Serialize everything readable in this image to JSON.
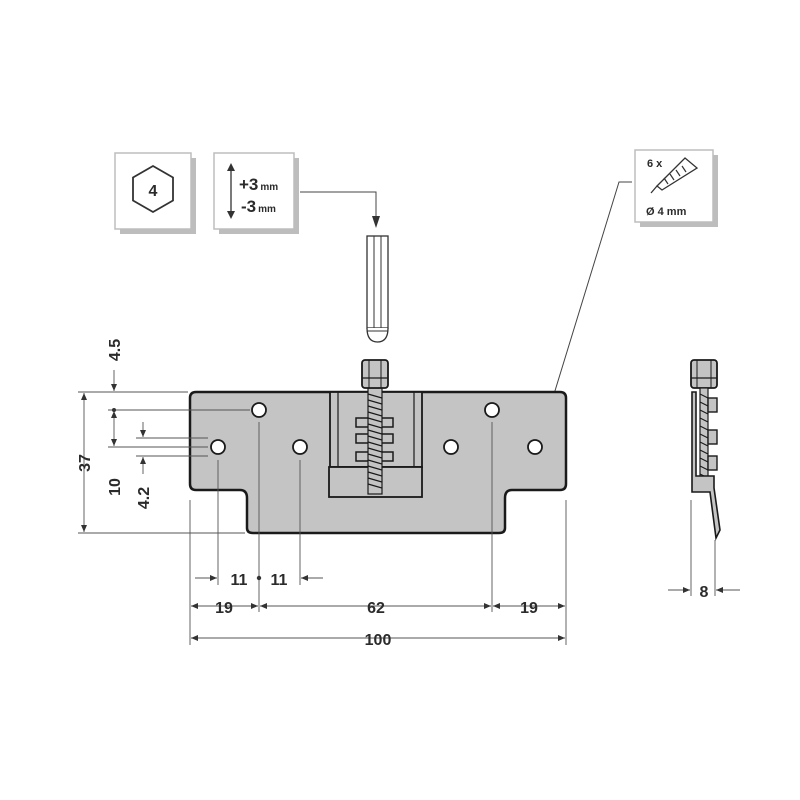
{
  "badges": {
    "hex_wrench_size": "4",
    "adjust_plus": "+3",
    "adjust_minus": "-3",
    "adjust_unit": "mm",
    "screw_count": "6 x",
    "screw_diameter": "Ø 4 mm"
  },
  "dimensions": {
    "total_width": "100",
    "edge_left": "19",
    "hole_spacing": "62",
    "edge_right": "19",
    "offset_left": "11",
    "offset_right": "11",
    "height": "37",
    "top_offset": "4.5",
    "hole_row": "10",
    "hole_gap": "4.2",
    "side_thickness": "8"
  },
  "colors": {
    "plate_fill": "#c4c4c4",
    "outline": "#1a1a1a",
    "dimension_line": "#555555",
    "badge_shadow": "#b5b5b5"
  }
}
